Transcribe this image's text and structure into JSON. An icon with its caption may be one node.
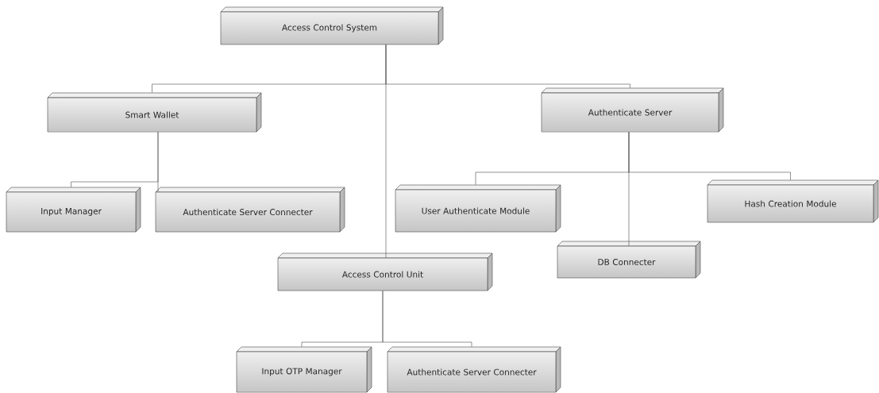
{
  "diagram": {
    "nodes": [
      {
        "text": [
          "Access Control System"
        ]
      },
      {
        "text": [
          "Smart Wallet"
        ]
      },
      {
        "text": [
          "Authenticate Server"
        ]
      },
      {
        "text": [
          "Input Manager"
        ]
      },
      {
        "text": [
          "Authenticate Server Connecter"
        ]
      },
      {
        "text": [
          "User Authenticate Module"
        ]
      },
      {
        "text": [
          "Hash Creation Module"
        ]
      },
      {
        "text": [
          "DB Connecter"
        ]
      },
      {
        "text": [
          "Access Control Unit"
        ]
      },
      {
        "text": [
          "Input OTP Manager"
        ]
      },
      {
        "text": [
          "Authenticate Server Connecter"
        ]
      }
    ],
    "edges": [
      {
        "from": 0,
        "to": 1,
        "arrow": "none"
      },
      {
        "from": 0,
        "to": 2,
        "arrow": "none"
      },
      {
        "from": 0,
        "to": 8,
        "arrow": "none"
      },
      {
        "from": 1,
        "to": 3,
        "arrow": "none"
      },
      {
        "from": 1,
        "to": 4,
        "arrow": "none"
      },
      {
        "from": 2,
        "to": 5,
        "arrow": "none"
      },
      {
        "from": 2,
        "to": 6,
        "arrow": "none"
      },
      {
        "from": 2,
        "to": 7,
        "arrow": "none"
      },
      {
        "from": 8,
        "to": 9,
        "arrow": "none"
      },
      {
        "from": 8,
        "to": 10,
        "arrow": "none"
      }
    ]
  }
}
